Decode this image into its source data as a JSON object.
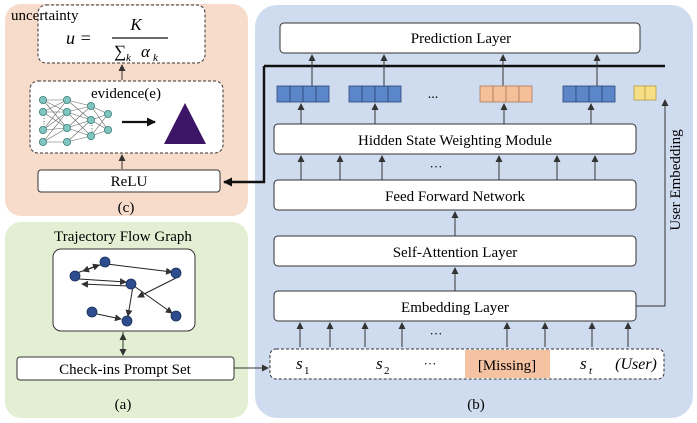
{
  "panels": {
    "a": {
      "label": "(a)",
      "graph_title": "Trajectory Flow Graph",
      "prompt_set": "Check-ins Prompt Set"
    },
    "b": {
      "label": "(b)",
      "layers": {
        "prediction": "Prediction Layer",
        "hidden_state": "Hidden State Weighting Module",
        "ffn": "Feed Forward Network",
        "self_attention": "Self-Attention Layer",
        "embedding": "Embedding Layer"
      },
      "dots": "...",
      "ellipsis_mid": "···",
      "user_embedding": "User Embedding",
      "inputs": {
        "s1": "s",
        "s1_sub": "1",
        "s2": "s",
        "s2_sub": "2",
        "dots": "···",
        "missing": "[Missing]",
        "st": "s",
        "st_sub": "t",
        "user": "(User)"
      }
    },
    "c": {
      "label": "(c)",
      "uncertainty_label": "uncertainty",
      "formula_lhs": "u =",
      "formula_num": "K",
      "formula_den": "∑",
      "formula_den_sub": "k",
      "formula_den_var": "α",
      "formula_den_var_sub": "k",
      "evidence_label": "evidence(e)",
      "relu": "ReLU"
    }
  },
  "colors": {
    "panel_a_bg": "#e3efd3",
    "panel_b_bg": "#cfdcf0",
    "panel_c_bg": "#f8dccb",
    "token_blue": "#5b86c7",
    "token_orange": "#f5bf98",
    "token_yellow": "#f6df86",
    "missing_bg": "#f5c3a2",
    "graph_node": "#2e4d8e",
    "triangle": "#3d1566",
    "nn_node": "#7fc6c0"
  }
}
